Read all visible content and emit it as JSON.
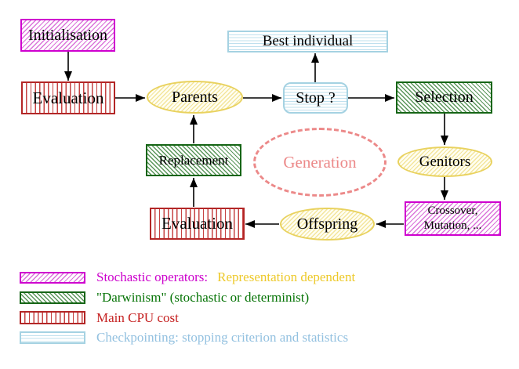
{
  "diagram": {
    "nodes": {
      "initialisation": {
        "label": "Initialisation"
      },
      "evaluation_top": {
        "label": "Evaluation"
      },
      "parents": {
        "label": "Parents"
      },
      "best_individual": {
        "label": "Best individual"
      },
      "stop": {
        "label": "Stop ?"
      },
      "selection": {
        "label": "Selection"
      },
      "genitors": {
        "label": "Genitors"
      },
      "crossover_mutation": {
        "label_line1": "Crossover,",
        "label_line2": "Mutation, ..."
      },
      "offspring": {
        "label": "Offspring"
      },
      "evaluation_bottom": {
        "label": "Evaluation"
      },
      "replacement": {
        "label": "Replacement"
      },
      "generation": {
        "label": "Generation"
      }
    },
    "legend": {
      "items": [
        {
          "pattern": "magenta-diagonal-hatch",
          "label": "Stochastic operators:",
          "label2": "Representation dependent"
        },
        {
          "pattern": "green-diagonal-hatch",
          "label": "\"Darwinism\" (stochastic or determinist)"
        },
        {
          "pattern": "red-vertical-stripes",
          "label": "Main CPU cost"
        },
        {
          "pattern": "cyan-horizontal-stripes",
          "label": "Checkpointing: stopping criterion and statistics"
        }
      ]
    },
    "colors": {
      "magenta_border": "#cf00cf",
      "magenta_text": "#cc00cc",
      "gold_text": "#edc92a",
      "green_border": "#156515",
      "green_text": "#077407",
      "red_border": "#b32626",
      "red_text": "#c52020",
      "cyan_border": "#a5d2e2",
      "blue_text": "#93c1e0",
      "yellow_border": "#e9d25f",
      "salmon": "#ec8989",
      "arrow": "#000000",
      "background": "#ffffff"
    }
  }
}
